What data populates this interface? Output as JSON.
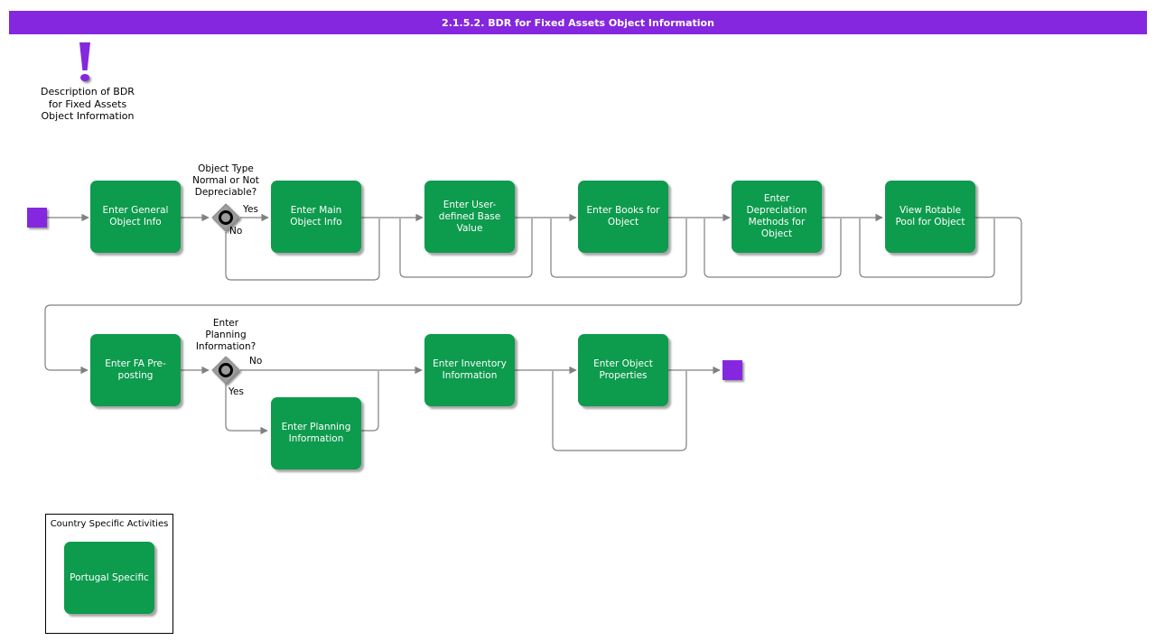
{
  "colors": {
    "purple": "#8527DE",
    "green": "#0D9B4D",
    "line": "#808080",
    "diamond": "#9C9C9C"
  },
  "title_bar": {
    "text": "2.1.5.2. BDR for Fixed Assets Object Information"
  },
  "note": {
    "icon": "exclamation",
    "text": "Description of BDR\nfor Fixed Assets\nObject Information"
  },
  "process": {
    "activities": [
      {
        "id": "enter-general-object-info",
        "label": "Enter General\nObject Info"
      },
      {
        "id": "enter-main-object-info",
        "label": "Enter Main\nObject Info"
      },
      {
        "id": "enter-user-defined-base-value",
        "label": "Enter User-\ndefined Base\nValue"
      },
      {
        "id": "enter-books-for-object",
        "label": "Enter Books for\nObject"
      },
      {
        "id": "enter-depreciation-methods-for-object",
        "label": "Enter\nDepreciation\nMethods for\nObject"
      },
      {
        "id": "view-rotable-pool-for-object",
        "label": "View Rotable\nPool for Object"
      },
      {
        "id": "enter-fa-pre-posting",
        "label": "Enter FA Pre-\nposting"
      },
      {
        "id": "enter-planning-information",
        "label": "Enter Planning\nInformation"
      },
      {
        "id": "enter-inventory-information",
        "label": "Enter Inventory\nInformation"
      },
      {
        "id": "enter-object-properties",
        "label": "Enter Object\nProperties"
      }
    ],
    "decisions": [
      {
        "id": "object-type-normal-or-not-depreciable",
        "question": "Object Type\nNormal or Not\nDepreciable?",
        "yes_label": "Yes",
        "no_label": "No"
      },
      {
        "id": "enter-planning-information-decision",
        "question": "Enter\nPlanning\nInformation?",
        "yes_label": "Yes",
        "no_label": "No"
      }
    ]
  },
  "country_specific": {
    "title": "Country Specific Activities",
    "activities": [
      {
        "id": "portugal-specific",
        "label": "Portugal Specific"
      }
    ]
  }
}
